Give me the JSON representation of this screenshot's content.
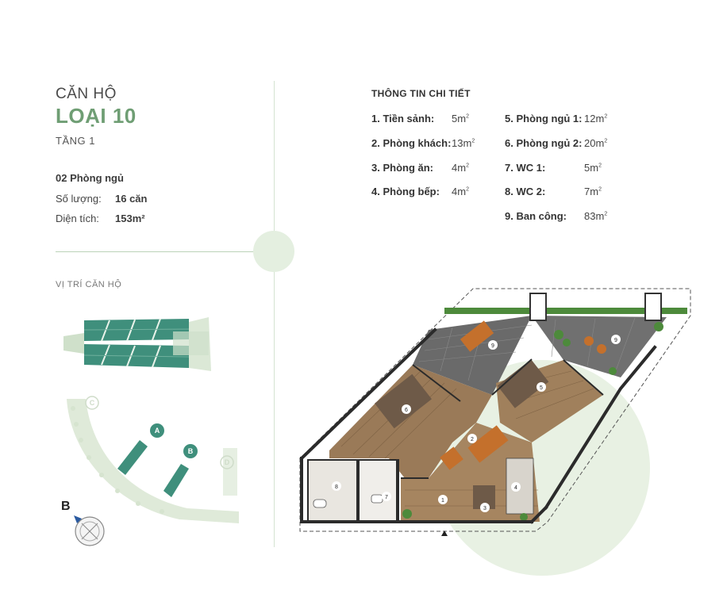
{
  "apartment": {
    "pre_title": "CĂN HỘ",
    "title": "LOẠI 10",
    "floor": "TẦNG 1",
    "bedrooms": "02 Phòng ngủ",
    "quantity_label": "Số lượng:",
    "quantity_value": "16 căn",
    "area_label": "Diện tích:",
    "area_value": "153m²"
  },
  "location": {
    "title": "VỊ TRÍ CĂN HỘ",
    "block_a": "A",
    "block_b": "B",
    "block_c": "C",
    "block_d": "D",
    "compass_letter": "B"
  },
  "details": {
    "title": "THÔNG TIN CHI TIẾT",
    "left": [
      {
        "name": "1. Tiền sảnh:",
        "area": "5",
        "unit": "m",
        "sup": "2"
      },
      {
        "name": "2. Phòng khách:",
        "area": "13",
        "unit": "m",
        "sup": "2"
      },
      {
        "name": "3. Phòng ăn:",
        "area": "4",
        "unit": "m",
        "sup": "2"
      },
      {
        "name": "4. Phòng bếp:",
        "area": "4",
        "unit": "m",
        "sup": "2"
      }
    ],
    "right": [
      {
        "name": "5. Phòng ngủ 1:",
        "area": "12",
        "unit": "m",
        "sup": "2"
      },
      {
        "name": "6. Phòng ngủ 2:",
        "area": "20",
        "unit": "m",
        "sup": "2"
      },
      {
        "name": "7. WC 1:",
        "area": "5",
        "unit": "m",
        "sup": "2"
      },
      {
        "name": "8. WC 2:",
        "area": "7",
        "unit": "m",
        "sup": "2"
      },
      {
        "name": "9. Ban công:",
        "area": "83",
        "unit": "m",
        "sup": "2"
      }
    ]
  },
  "plan_labels": {
    "r1": "1",
    "r2": "2",
    "r3": "3",
    "r4": "4",
    "r5": "5",
    "r6": "6",
    "r7": "7",
    "r8": "8",
    "r9a": "9",
    "r9b": "9"
  },
  "colors": {
    "accent_green": "#6f9e74",
    "light_green": "#e8f1e3",
    "building_teal": "#3f8f7c",
    "wood": "#9a7a58",
    "tile_dark": "#5f5f5f",
    "wall": "#2b2b2b"
  }
}
